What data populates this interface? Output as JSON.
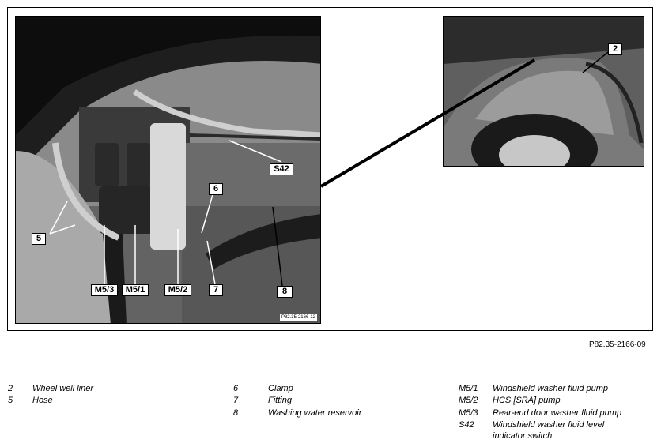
{
  "figure": {
    "reference": "P82.35-2166-09",
    "photo_reference": "P82.35-2166-12"
  },
  "callouts": {
    "c2": "2",
    "c5": "5",
    "c6": "6",
    "c7": "7",
    "c8": "8",
    "cS42": "S42",
    "cM53": "M5/3",
    "cM51": "M5/1",
    "cM52": "M5/2"
  },
  "legend": {
    "col1": [
      {
        "code": "2",
        "desc": "Wheel well liner"
      },
      {
        "code": "5",
        "desc": "Hose"
      }
    ],
    "col2": [
      {
        "code": "6",
        "desc": "Clamp"
      },
      {
        "code": "7",
        "desc": "Fitting"
      },
      {
        "code": "8",
        "desc": "Washing water reservoir"
      }
    ],
    "col3": [
      {
        "code": "M5/1",
        "desc": "Windshield washer fluid pump"
      },
      {
        "code": "M5/2",
        "desc": "HCS [SRA] pump"
      },
      {
        "code": "M5/3",
        "desc": "Rear-end door washer fluid pump"
      },
      {
        "code": "S42",
        "desc": "Windshield washer fluid level"
      },
      {
        "code": "",
        "desc": "indicator switch"
      }
    ]
  }
}
